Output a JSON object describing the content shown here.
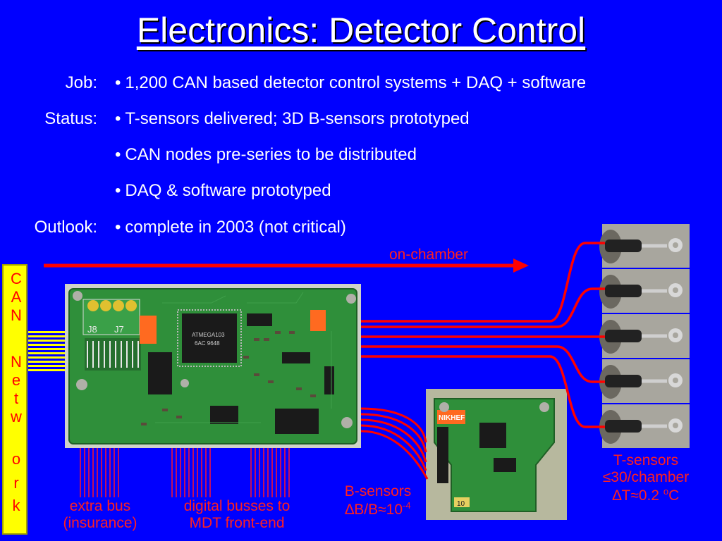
{
  "slide": {
    "title": "Electronics: Detector Control",
    "rows": [
      {
        "label": "Job:",
        "bullet": "1,200 CAN based detector control systems + DAQ + software"
      },
      {
        "label": "Status:",
        "bullet": "T-sensors delivered; 3D B-sensors prototyped"
      },
      {
        "label": "",
        "bullet": "CAN nodes pre-series to be distributed"
      },
      {
        "label": "",
        "bullet": "DAQ & software prototyped"
      },
      {
        "label": "Outlook:",
        "bullet": "complete in 2003 (not critical)"
      }
    ],
    "bullet_symbol": "•",
    "on_chamber": "on-chamber",
    "can_network_letters": [
      "C",
      "A",
      "N",
      "N",
      "e",
      "t",
      "w",
      "o",
      "r",
      "k"
    ],
    "extra_bus": [
      "extra bus",
      "(insurance)"
    ],
    "digital_busses": [
      "digital busses to",
      "MDT front-end"
    ],
    "b_sensors": {
      "line1": "B-sensors",
      "line2_prefix": "∆B/B≈10",
      "line2_sup": "-4"
    },
    "t_sensors": {
      "line1": "T-sensors",
      "line2": "≤30/chamber",
      "line3_prefix": "∆T≈0.2 ",
      "line3_sup": "o",
      "line3_suffix": "C"
    },
    "board_labels": {
      "j8": "J8",
      "j7": "J7",
      "chip": "ATMEGA103",
      "chip2": "6AC 9648",
      "nikhef": "NIKHEF",
      "tag": "10"
    }
  },
  "colors": {
    "background": "#0000ff",
    "text": "#ffffff",
    "accent_red": "#ff0000",
    "can_box": "#ffff00",
    "pcb_green": "#2f8f3a"
  }
}
